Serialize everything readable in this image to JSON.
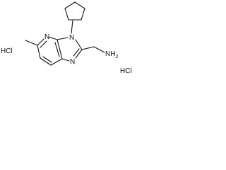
{
  "molecule": {
    "atoms": {
      "n_ring": "N",
      "n_cyclopentyl": "N",
      "n_imidazole": "N",
      "amine": "NH",
      "amine_sub": "2"
    },
    "salts": {
      "left": "HCl",
      "right": "HCl"
    }
  }
}
